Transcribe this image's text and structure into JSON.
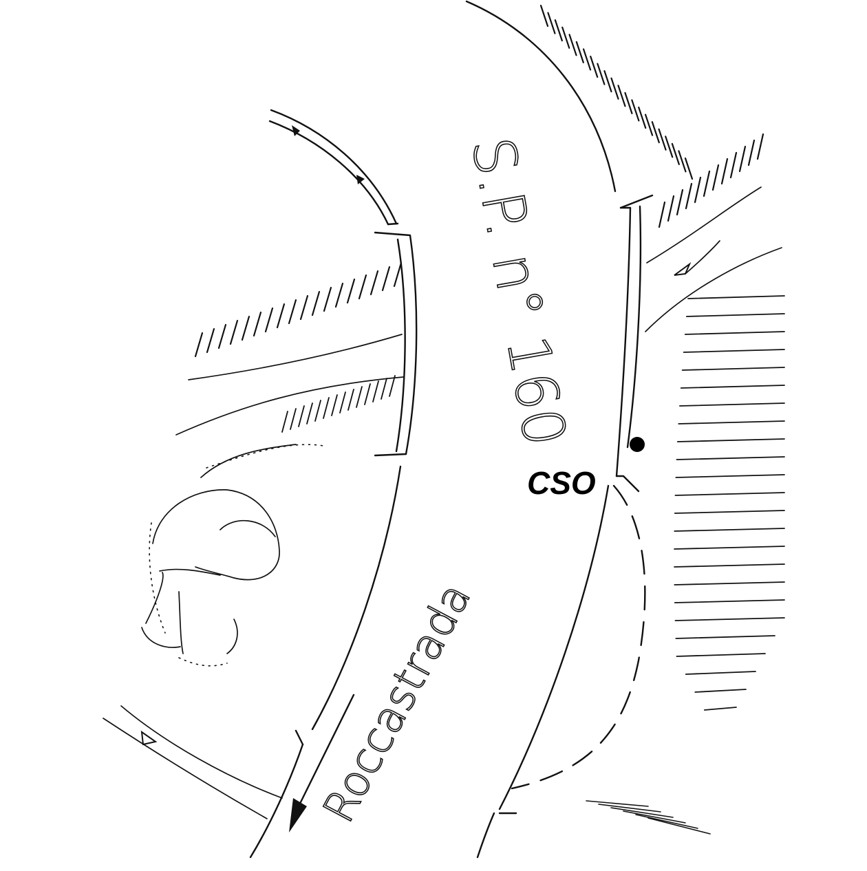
{
  "road": {
    "name": "S.P. n° 160"
  },
  "direction": {
    "label": "Roccastrada"
  },
  "point": {
    "label": "CSO"
  },
  "colors": {
    "ink": "#111111",
    "paper": "#ffffff"
  }
}
